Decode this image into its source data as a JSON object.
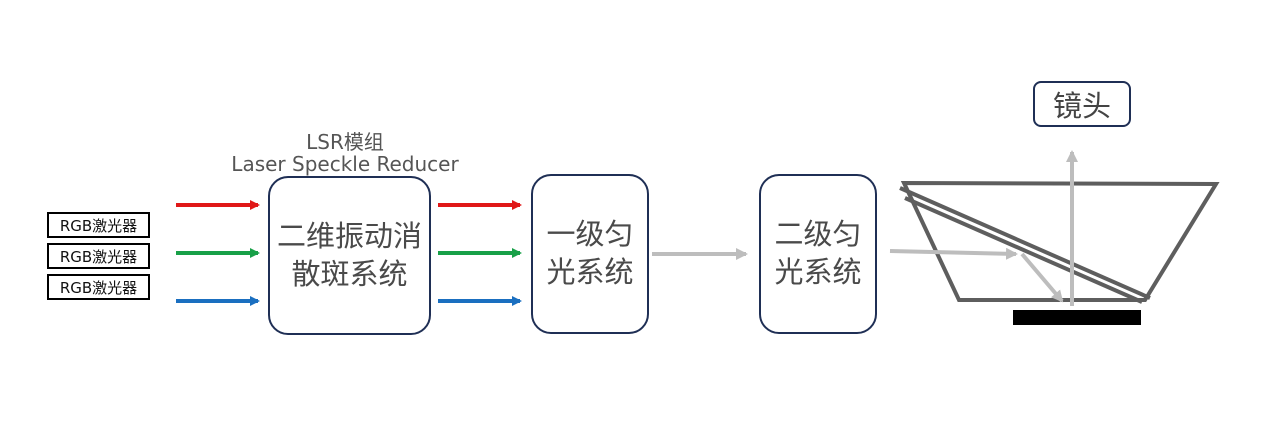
{
  "lasers": [
    "RGB激光器",
    "RGB激光器",
    "RGB激光器"
  ],
  "lsr": {
    "caption": "LSR模组",
    "subcaption": "Laser Speckle Reducer",
    "box_label": "二维振动消散斑系统"
  },
  "stage1": {
    "label": "一级匀光系统"
  },
  "stage2": {
    "label": "二级匀光系统"
  },
  "lens": {
    "label": "镜头"
  },
  "colors": {
    "red_beam": "#e01818",
    "green_beam": "#18a048",
    "blue_beam": "#1a6fc0",
    "gray_beam": "#bdbdbd",
    "box_border": "#1f2f55"
  }
}
